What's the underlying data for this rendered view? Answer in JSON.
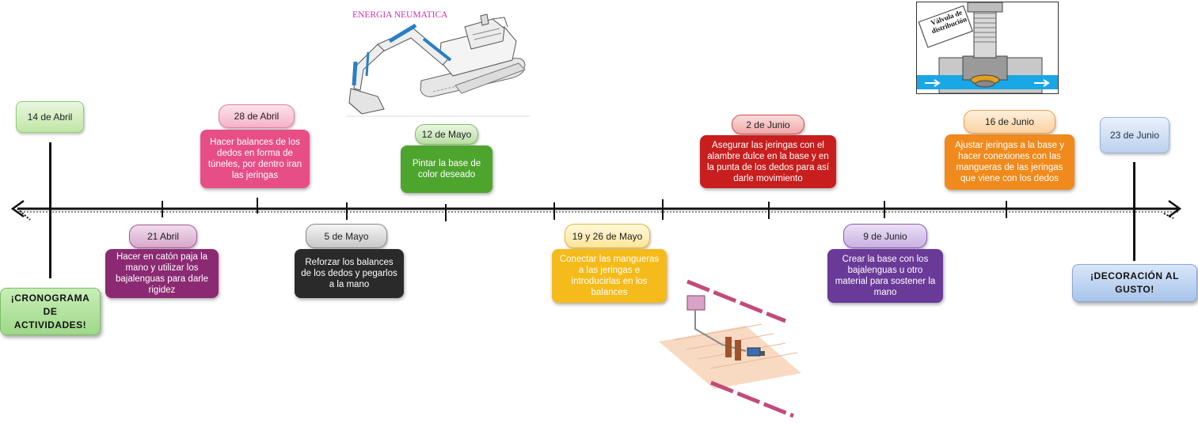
{
  "title": "¡CRONOGRAMA DE ACTIVIDADES!",
  "closing": "¡DECORACIÓN AL GUSTO!",
  "images": {
    "excavator_label": "ENERGIA NEUMATICA",
    "valve_label": "Válvula de distribución"
  },
  "events_top": [
    {
      "date": "14 de Abril",
      "text": "",
      "color": "#a8d890"
    },
    {
      "date": "28 de Abril",
      "text": "Hacer balances de los dedos en forma de túneles, por dentro iran las jeringas",
      "color": "#e84e86"
    },
    {
      "date": "12 de Mayo",
      "text": "Pintar la base de color deseado",
      "color": "#4ea52e"
    },
    {
      "date": "2 de Junio",
      "text": "Asegurar las jeringas con el alambre dulce en la base y en la punta de los dedos para así darle movimiento",
      "color": "#c81e1e"
    },
    {
      "date": "16 de Junio",
      "text": "Ajustar jeringas a la base y hacer conexiones  con las mangueras de las jeringas que viene con los dedos",
      "color": "#f08a1c"
    },
    {
      "date": "23 de Junio",
      "text": "",
      "color": "#b9d0ee"
    }
  ],
  "events_bottom": [
    {
      "date": "21 Abril",
      "text": "Hacer en catón paja la mano y utilizar los bajalenguas para darle rigidez",
      "color": "#8b2a73"
    },
    {
      "date": "5 de Mayo",
      "text": "Reforzar los balances de los dedos y pegarlos a la mano",
      "color": "#2a2a2a"
    },
    {
      "date": "19 y 26 de Mayo",
      "text": "Conectar las mangueras a las jeringas e introducirlas en los balances",
      "color": "#f5bb1a"
    },
    {
      "date": "9 de Junio",
      "text": "Crear la base con los bajalenguas u otro material para sostener la mano",
      "color": "#6a3a98"
    }
  ]
}
